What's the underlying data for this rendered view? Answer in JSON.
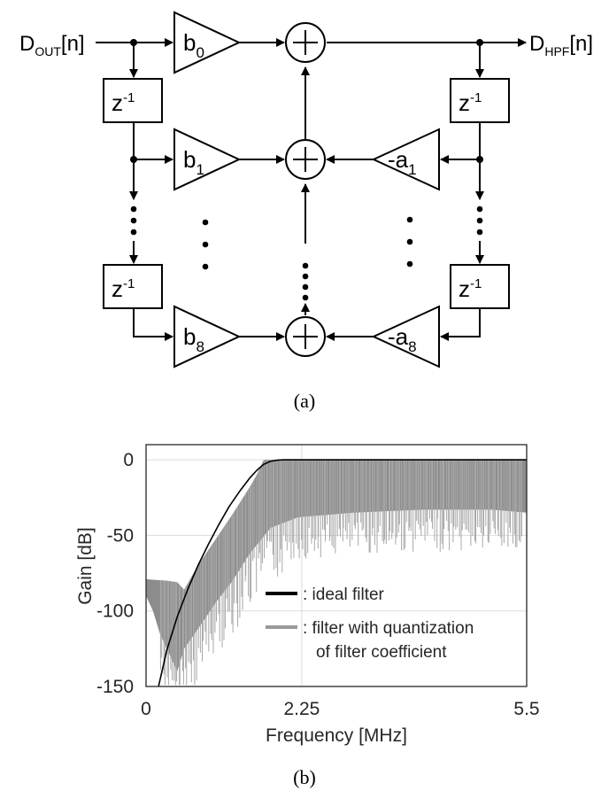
{
  "diagram": {
    "input_label": {
      "main": "D",
      "sub": "OUT",
      "tail": "[n]"
    },
    "output_label": {
      "main": "D",
      "sub": "HPF",
      "tail": "[n]"
    },
    "delay_label": {
      "main": "z",
      "sup": "-1"
    },
    "gains_b": [
      {
        "main": "b",
        "sub": "0"
      },
      {
        "main": "b",
        "sub": "1"
      },
      {
        "main": "b",
        "sub": "8"
      }
    ],
    "gains_a": [
      {
        "main": "-a",
        "sub": "1"
      },
      {
        "main": "-a",
        "sub": "8"
      }
    ],
    "caption": "(a)"
  },
  "chart_caption": "(b)",
  "chart_data": {
    "type": "line",
    "xlabel": "Frequency [MHz]",
    "ylabel": "Gain [dB]",
    "xlim": [
      0,
      5.5
    ],
    "ylim": [
      -150,
      10
    ],
    "xticks": [
      0,
      2.25,
      5.5
    ],
    "xtick_labels": [
      "0",
      "2.25",
      "5.5"
    ],
    "yticks": [
      0,
      -50,
      -100,
      -150
    ],
    "ytick_labels": [
      "0",
      "-50",
      "-100",
      "-150"
    ],
    "grid": true,
    "legend_position": "center-right",
    "series": [
      {
        "name": ": ideal filter",
        "color": "#000000",
        "x": [
          0.18,
          0.3,
          0.45,
          0.6,
          0.75,
          0.9,
          1.05,
          1.2,
          1.35,
          1.5,
          1.6,
          1.7,
          1.8,
          1.9,
          2.0,
          2.25,
          3.0,
          4.0,
          5.5
        ],
        "y": [
          -150,
          -126,
          -104,
          -86,
          -70,
          -56,
          -43,
          -31,
          -21,
          -12,
          -7,
          -3,
          -1,
          -0.2,
          0,
          0,
          0,
          0,
          0
        ]
      },
      {
        "name": ": filter with quantization",
        "name_line2": "of filter coefficient",
        "color": "#8c8c8c",
        "upper_x": [
          0,
          0.3,
          0.45,
          0.55,
          0.75,
          1.0,
          1.25,
          1.5,
          1.6,
          1.7,
          5.5
        ],
        "upper_y": [
          -79,
          -80,
          -81,
          -86,
          -70,
          -53,
          -36,
          -18,
          -10,
          0,
          0
        ],
        "lower_x": [
          0,
          0.1,
          0.2,
          0.35,
          0.45,
          0.55,
          0.75,
          1.0,
          1.25,
          1.5,
          1.8,
          2.2,
          3.0,
          4.0,
          5.0,
          5.5
        ],
        "lower_y": [
          -90,
          -100,
          -115,
          -130,
          -140,
          -125,
          -112,
          -95,
          -80,
          -62,
          -45,
          -38,
          -35,
          -33,
          -33,
          -35
        ]
      }
    ]
  }
}
